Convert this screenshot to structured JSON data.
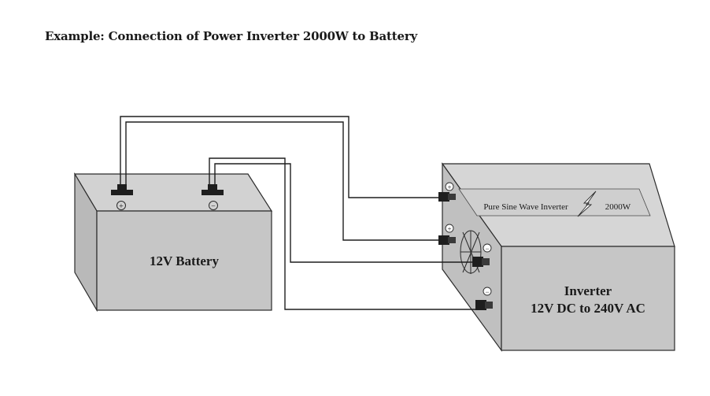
{
  "title": "Example: Connection of Power Inverter 2000W to Battery",
  "battery": {
    "label": "12V Battery",
    "plus_symbol": "+",
    "minus_symbol": "−"
  },
  "inverter": {
    "line1": "Inverter",
    "line2": "12V DC to 240V AC",
    "panel_text": "Pure Sine Wave Inverter",
    "power_rating": "2000W",
    "plus_symbol": "+",
    "minus_symbol": "−"
  },
  "colors": {
    "box_face": "#c4c4c4",
    "box_top": "#d4d4d4",
    "box_side": "#bcbcbc",
    "outline": "#2b2b2b",
    "terminal": "#1e1e1e"
  }
}
